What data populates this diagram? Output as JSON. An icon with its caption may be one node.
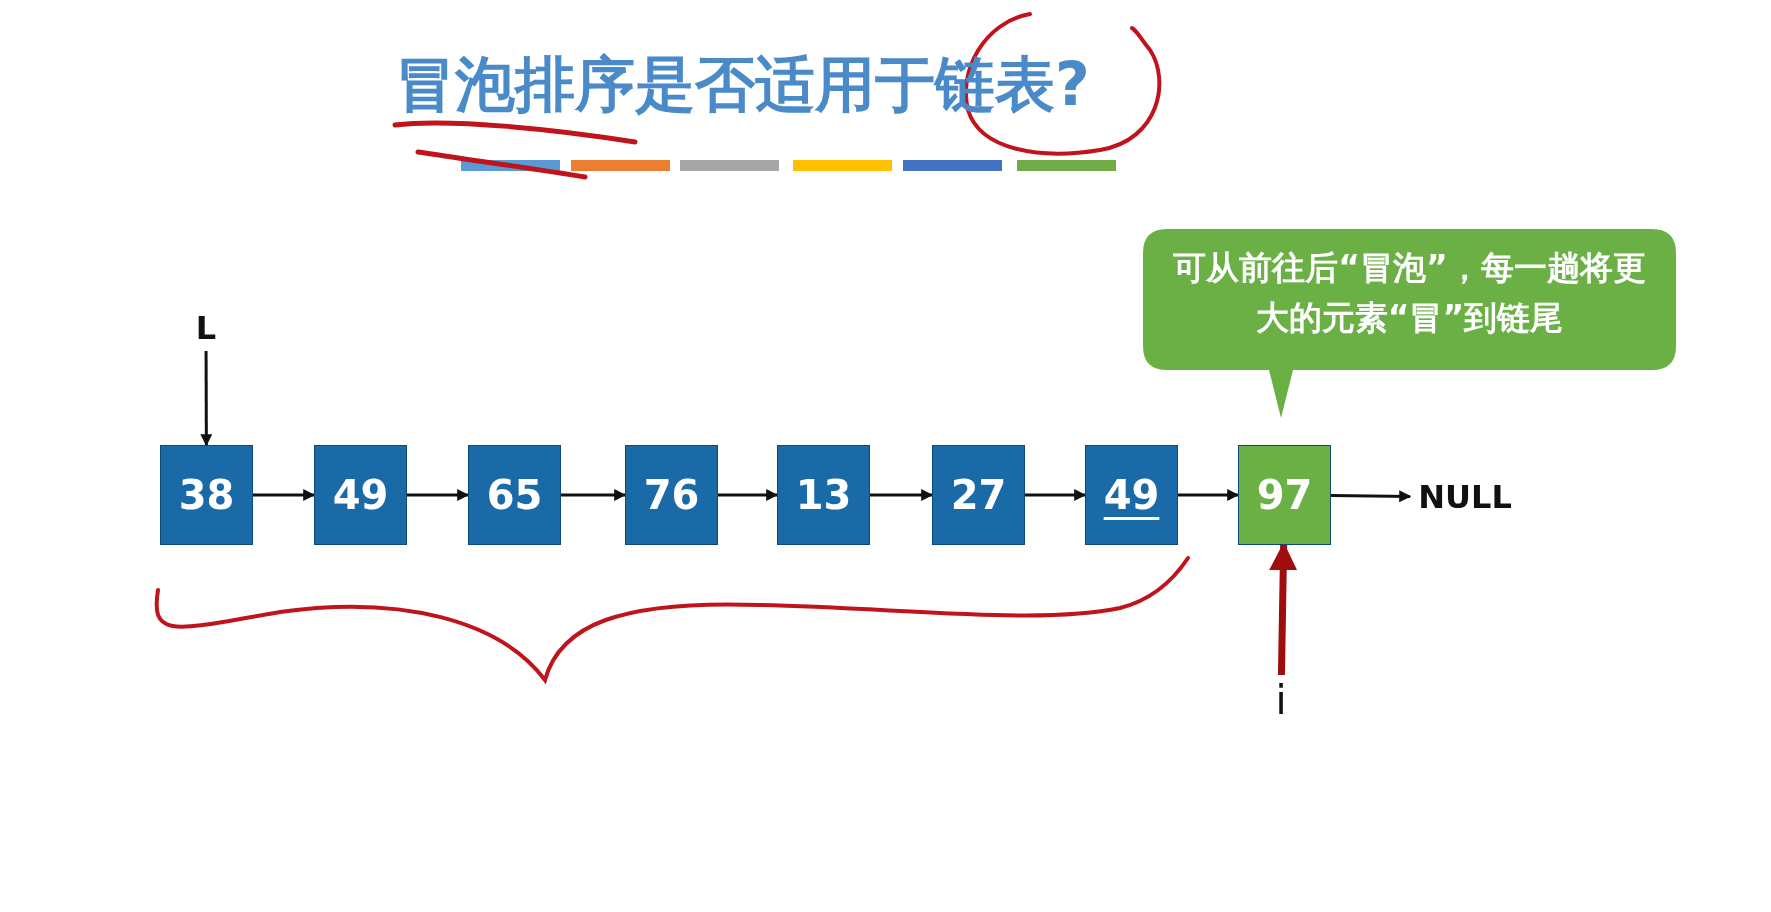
{
  "diagram": {
    "title": "冒泡排序是否适用于链表?",
    "nodes": [
      {
        "text": [
          "L"
        ]
      },
      {
        "text": [
          "38"
        ]
      },
      {
        "text": [
          "49"
        ]
      },
      {
        "text": [
          "65"
        ]
      },
      {
        "text": [
          "76"
        ]
      },
      {
        "text": [
          "13"
        ]
      },
      {
        "text": [
          "27"
        ]
      },
      {
        "text": [
          "49"
        ]
      },
      {
        "text": [
          "97"
        ]
      },
      {
        "text": [
          "NULL"
        ]
      },
      {
        "text": [
          "可从前往后“冒泡”，每一趟将更大的元素“冒”到链尾"
        ]
      },
      {
        "text": [
          "i"
        ]
      }
    ],
    "edges": [
      {
        "from": 0,
        "to": 1,
        "arrow": "to"
      },
      {
        "from": 1,
        "to": 2,
        "arrow": "to"
      },
      {
        "from": 2,
        "to": 3,
        "arrow": "to"
      },
      {
        "from": 3,
        "to": 4,
        "arrow": "to"
      },
      {
        "from": 4,
        "to": 5,
        "arrow": "to"
      },
      {
        "from": 5,
        "to": 6,
        "arrow": "to"
      },
      {
        "from": 6,
        "to": 7,
        "arrow": "to"
      },
      {
        "from": 7,
        "to": 8,
        "arrow": "to"
      },
      {
        "from": 8,
        "to": 9,
        "arrow": "to"
      },
      {
        "from": 11,
        "to": 8,
        "arrow": "to",
        "style": "thick",
        "color": "#a00d0d"
      }
    ]
  }
}
